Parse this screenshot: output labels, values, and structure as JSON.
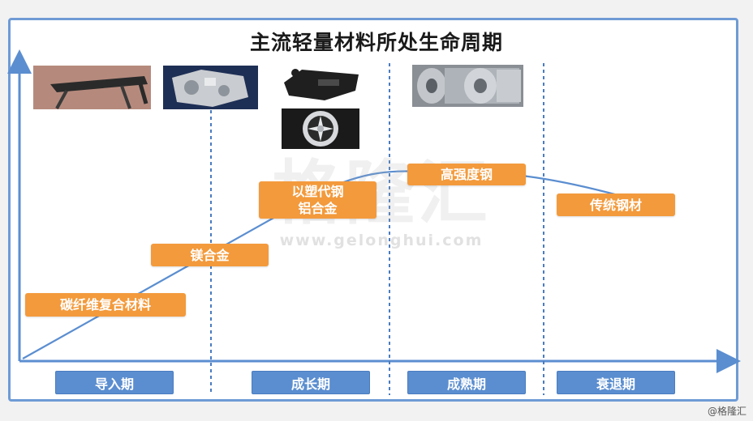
{
  "title": "主流轻量材料所处生命周期",
  "stages": [
    {
      "label": "导入期"
    },
    {
      "label": "成长期"
    },
    {
      "label": "成熟期"
    },
    {
      "label": "衰退期"
    }
  ],
  "materials": {
    "carbon_fiber": "碳纤维复合材料",
    "magnesium": "镁合金",
    "plastic_aluminum_line1": "以塑代钢",
    "plastic_aluminum_line2": "铝合金",
    "high_strength_steel": "高强度钢",
    "traditional_steel": "传统钢材"
  },
  "watermark": {
    "text": "格隆汇",
    "url": "www.gelonghui.com"
  },
  "credit": "@格隆汇",
  "colors": {
    "frame": "#6f9bd6",
    "stage_fill": "#5b8ed0",
    "material_fill": "#f39a3c",
    "curve": "#5b8ed0",
    "axis": "#5b8ed0"
  }
}
